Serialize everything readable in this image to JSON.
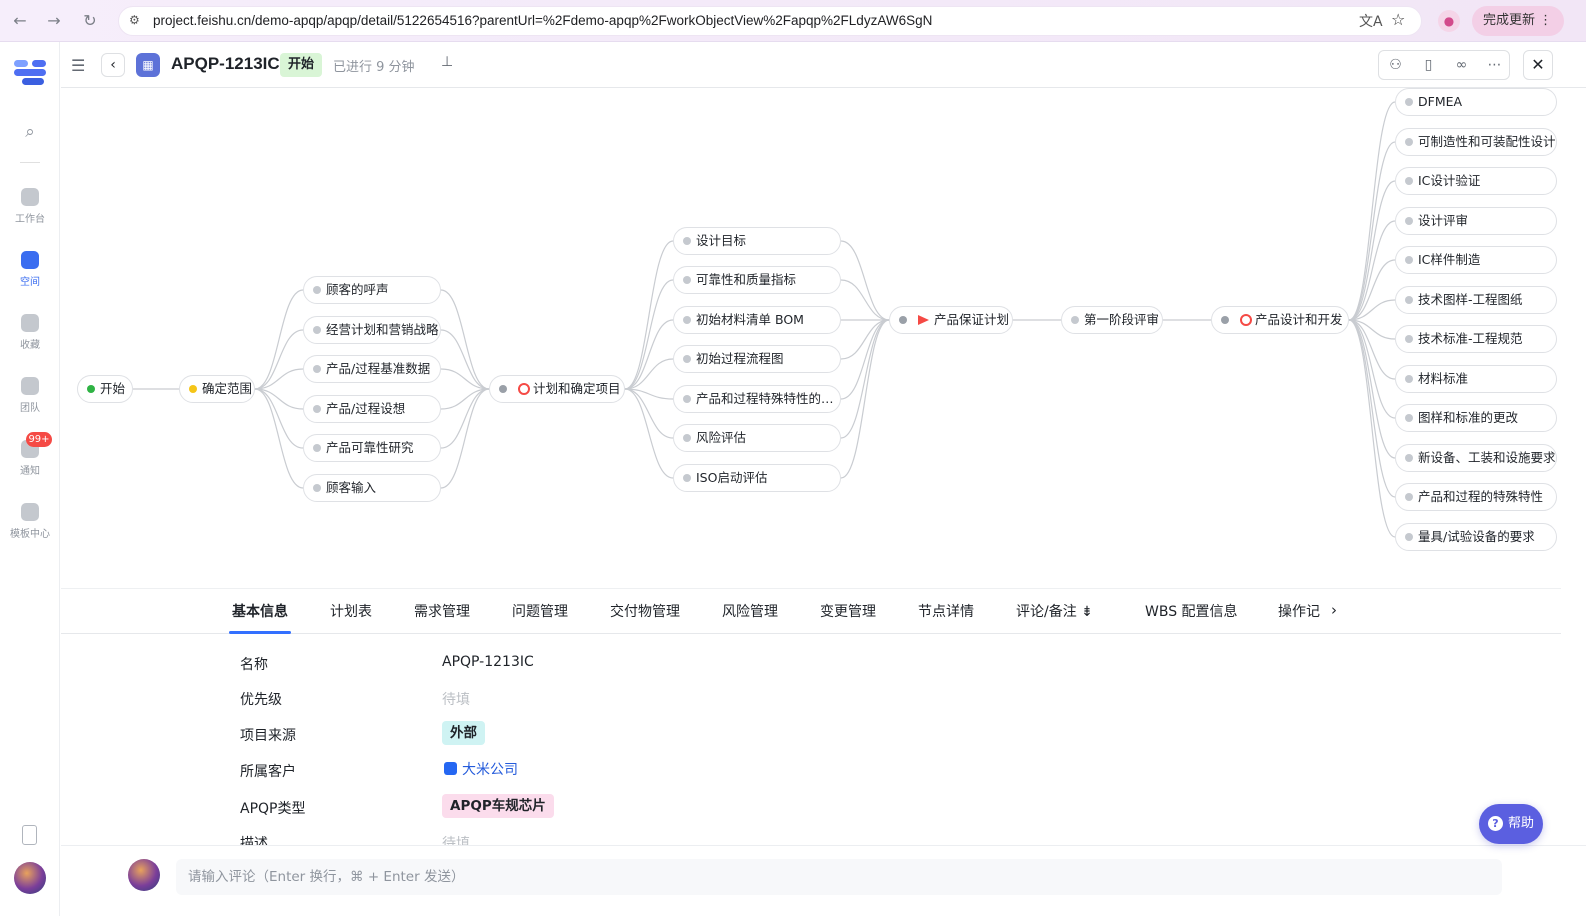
{
  "browser": {
    "url": "project.feishu.cn/demo-apqp/apqp/detail/5122654516?parentUrl=%2Fdemo-apqp%2FworkObjectView%2Fapqp%2FLdyzAW6SgN",
    "update_label": "完成更新",
    "icons": [
      "back-icon",
      "forward-icon",
      "reload-icon",
      "site-settings-icon",
      "translate-icon",
      "star-icon",
      "profile-icon",
      "more-vert-icon"
    ]
  },
  "sidebar": {
    "items": [
      {
        "label": "工作台",
        "icon": "home-icon"
      },
      {
        "label": "空间",
        "icon": "space-icon"
      },
      {
        "label": "收藏",
        "icon": "star-icon"
      },
      {
        "label": "团队",
        "icon": "team-icon"
      },
      {
        "label": "通知",
        "icon": "bell-icon"
      },
      {
        "label": "模板中心",
        "icon": "grid-icon"
      }
    ],
    "badge": "99+",
    "active": "空间",
    "accent": "#3a6df0"
  },
  "header": {
    "title": "APQP-1213IC",
    "status": "开始",
    "elapsed": "已进行 9 分钟"
  },
  "mindmap": {
    "root": "开始",
    "level1": "确定范围",
    "level1_children": [
      "顾客的呼声",
      "经营计划和营销战略",
      "产品/过程基准数据",
      "产品/过程设想",
      "产品可靠性研究",
      "顾客输入"
    ],
    "plan": "计划和确定项目",
    "plan_children": [
      "设计目标",
      "可靠性和质量指标",
      "初始材料清单 BOM",
      "初始过程流程图",
      "产品和过程特殊特性的…",
      "风险评估",
      "ISO启动评估"
    ],
    "assurance": "产品保证计划",
    "review": "第一阶段评审",
    "design": "产品设计和开发",
    "design_children": [
      "DFMEA",
      "可制造性和可装配性设计",
      "IC设计验证",
      "设计评审",
      "IC样件制造",
      "技术图样-工程图纸",
      "技术标准-工程规范",
      "材料标准",
      "图样和标准的更改",
      "新设备、工装和设施要求",
      "产品和过程的特殊特性",
      "量具/试验设备的要求"
    ]
  },
  "tabs": [
    "基本信息",
    "计划表",
    "需求管理",
    "问题管理",
    "交付物管理",
    "风险管理",
    "变更管理",
    "节点详情",
    "评论/备注",
    "WBS 配置信息",
    "操作记"
  ],
  "details": {
    "name_label": "名称",
    "name_value": "APQP-1213IC",
    "priority_label": "优先级",
    "priority_value": "待填",
    "source_label": "项目来源",
    "source_value": "外部",
    "customer_label": "所属客户",
    "customer_value": "大米公司",
    "type_label": "APQP类型",
    "type_value": "APQP车规芯片",
    "desc_label": "描述",
    "desc_value": "待填"
  },
  "comment": {
    "placeholder": "请输入评论（Enter 换行，⌘ + Enter 发送）"
  },
  "help": {
    "label": "帮助"
  }
}
